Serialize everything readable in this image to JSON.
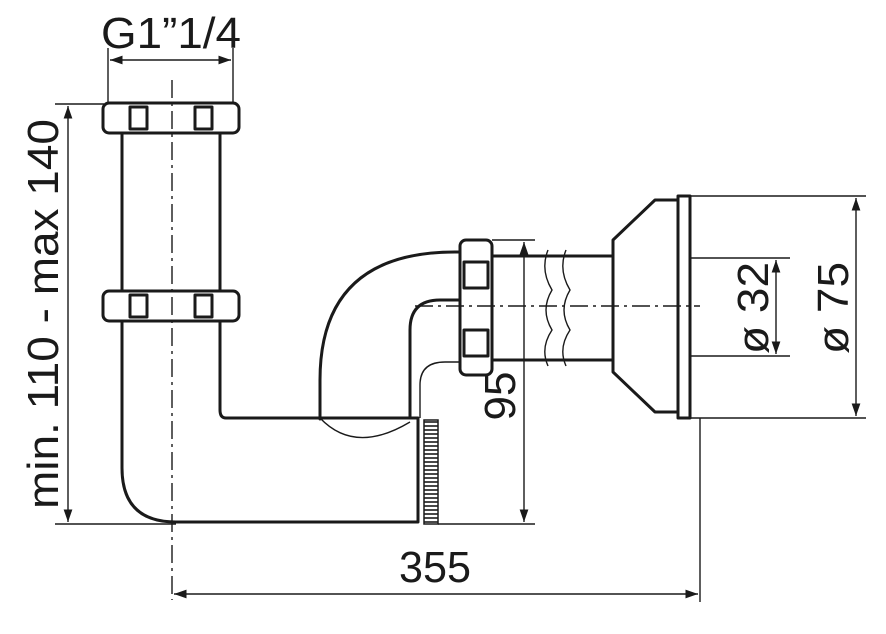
{
  "dimensions": {
    "thread": "G1”1/4",
    "height_range": "min. 110 - max 140",
    "outlet_height": "95",
    "length": "355",
    "inner_diameter": "ø 32",
    "outer_diameter": "ø 75"
  },
  "colors": {
    "line": "#1a1a1a",
    "background": "#ffffff"
  }
}
